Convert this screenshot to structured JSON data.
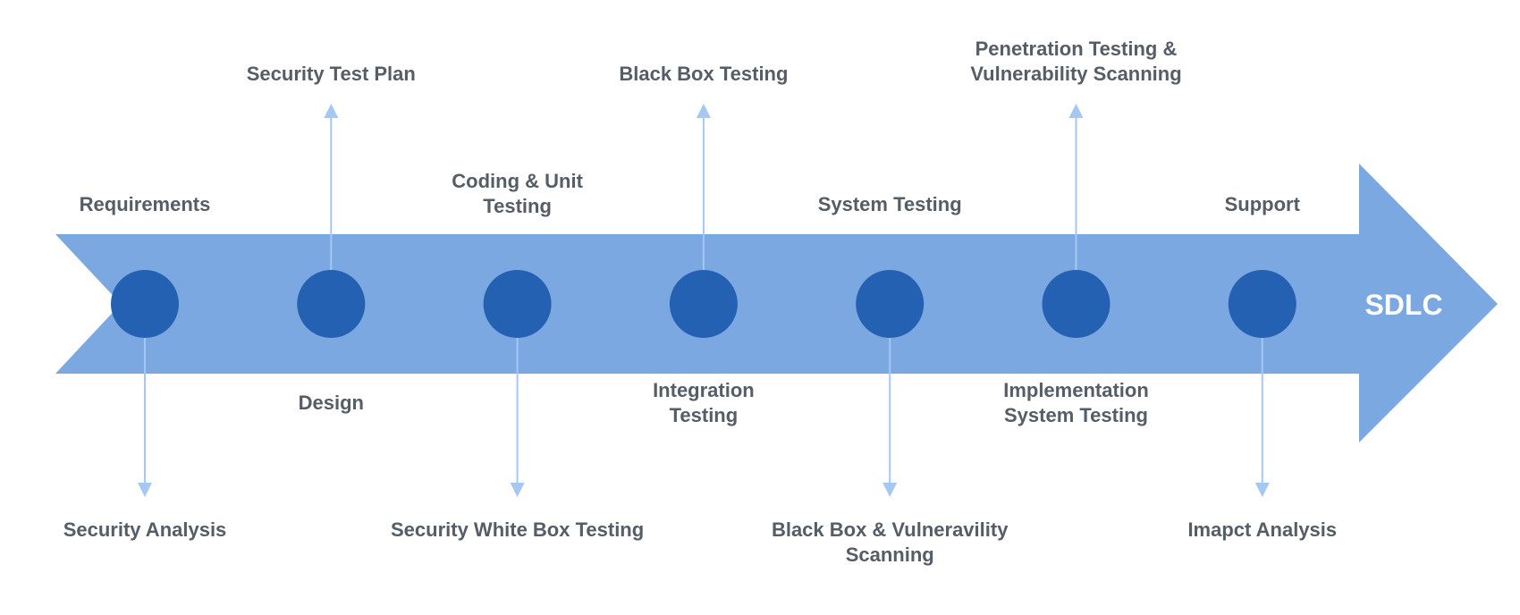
{
  "colors": {
    "band": "#7ba8e0",
    "node": "#2461b3",
    "connector": "#a5c7f3",
    "label": "#555d66",
    "arrow_text": "#ffffff"
  },
  "arrow_label": "SDLC",
  "stages": [
    {
      "phase": [
        "Requirements"
      ],
      "activity": [
        "Security Analysis"
      ],
      "direction": "down"
    },
    {
      "phase": [
        "Design"
      ],
      "activity": [
        "Security Test Plan"
      ],
      "direction": "up"
    },
    {
      "phase": [
        "Coding & Unit",
        "Testing"
      ],
      "activity": [
        "Security White Box Testing"
      ],
      "direction": "down"
    },
    {
      "phase": [
        "Integration",
        "Testing"
      ],
      "activity": [
        "Black Box Testing"
      ],
      "direction": "up"
    },
    {
      "phase": [
        "System Testing"
      ],
      "activity": [
        "Black Box & Vulneravility",
        "Scanning"
      ],
      "direction": "down"
    },
    {
      "phase": [
        "Implementation",
        "System Testing"
      ],
      "activity": [
        "Penetration Testing &",
        "Vulnerability Scanning"
      ],
      "direction": "up"
    },
    {
      "phase": [
        "Support"
      ],
      "activity": [
        "Imapct Analysis"
      ],
      "direction": "down"
    }
  ]
}
